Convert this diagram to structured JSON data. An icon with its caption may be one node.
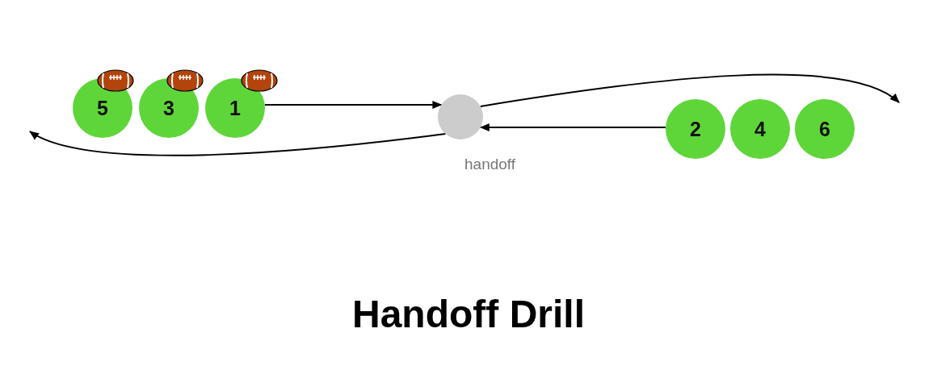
{
  "diagram": {
    "title": "Handoff Drill",
    "nodes": [
      {
        "text": [
          "5"
        ]
      },
      {
        "text": [
          "3"
        ]
      },
      {
        "text": [
          "1"
        ]
      },
      {
        "text": [],
        "shape": "circle",
        "beside": [
          "handoff"
        ]
      },
      {
        "text": [
          "2"
        ]
      },
      {
        "text": [
          "4"
        ]
      },
      {
        "text": [
          "6"
        ]
      }
    ],
    "edges": [
      {
        "from": 2,
        "to": 3,
        "arrow": "to"
      },
      {
        "from": 3,
        "to": null,
        "arrow": "to"
      },
      {
        "from": 4,
        "to": 3,
        "arrow": "to"
      },
      {
        "from": 3,
        "to": null,
        "arrow": "to"
      }
    ]
  }
}
